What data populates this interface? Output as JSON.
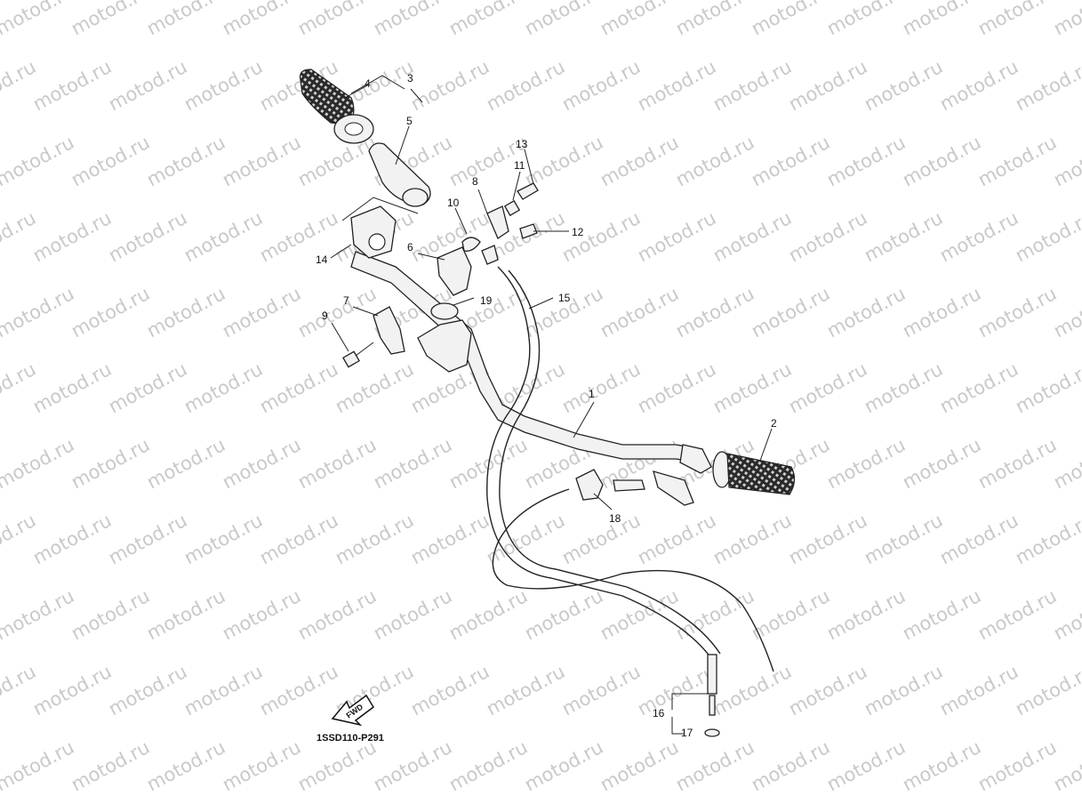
{
  "diagram": {
    "code": "1SSD110-P291",
    "fwd_label": "FWD",
    "watermark_text": "motod.ru",
    "callouts": [
      {
        "id": "c1",
        "text": "1"
      },
      {
        "id": "c2",
        "text": "2"
      },
      {
        "id": "c3",
        "text": "3"
      },
      {
        "id": "c4",
        "text": "4"
      },
      {
        "id": "c5",
        "text": "5"
      },
      {
        "id": "c6",
        "text": "6"
      },
      {
        "id": "c7",
        "text": "7"
      },
      {
        "id": "c8",
        "text": "8"
      },
      {
        "id": "c9",
        "text": "9"
      },
      {
        "id": "c10",
        "text": "10"
      },
      {
        "id": "c11",
        "text": "11"
      },
      {
        "id": "c12",
        "text": "12"
      },
      {
        "id": "c13",
        "text": "13"
      },
      {
        "id": "c14",
        "text": "14"
      },
      {
        "id": "c15",
        "text": "15"
      },
      {
        "id": "c16",
        "text": "16"
      },
      {
        "id": "c17",
        "text": "17"
      },
      {
        "id": "c18",
        "text": "18"
      },
      {
        "id": "c19",
        "text": "19"
      }
    ]
  }
}
